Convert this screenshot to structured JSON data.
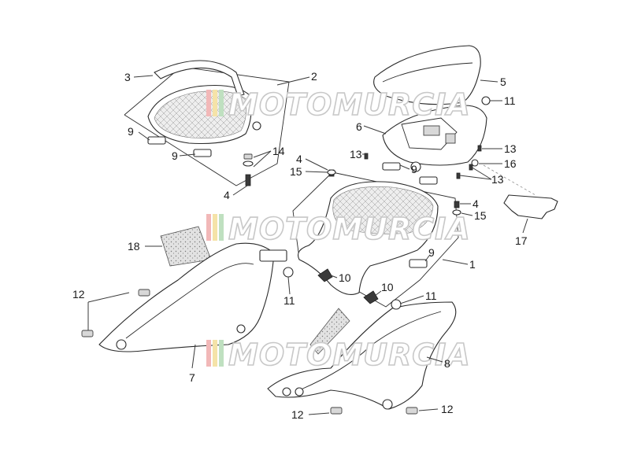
{
  "watermark": {
    "text": "MOTOMURCIA"
  },
  "callouts": [
    {
      "id": "c3",
      "text": "3"
    },
    {
      "id": "c2",
      "text": "2"
    },
    {
      "id": "c9a",
      "text": "9"
    },
    {
      "id": "c9b",
      "text": "9"
    },
    {
      "id": "c14",
      "text": "14"
    },
    {
      "id": "c4a",
      "text": "4"
    },
    {
      "id": "c5",
      "text": "5"
    },
    {
      "id": "c11a",
      "text": "11"
    },
    {
      "id": "c6",
      "text": "6"
    },
    {
      "id": "c13a",
      "text": "13"
    },
    {
      "id": "c13b",
      "text": "13"
    },
    {
      "id": "c16",
      "text": "16"
    },
    {
      "id": "c13c",
      "text": "13"
    },
    {
      "id": "c4b",
      "text": "4"
    },
    {
      "id": "c15a",
      "text": "15"
    },
    {
      "id": "c9c",
      "text": "9"
    },
    {
      "id": "c4c",
      "text": "4"
    },
    {
      "id": "c15b",
      "text": "15"
    },
    {
      "id": "c17",
      "text": "17"
    },
    {
      "id": "c18",
      "text": "18"
    },
    {
      "id": "c9d",
      "text": "9"
    },
    {
      "id": "c1",
      "text": "1"
    },
    {
      "id": "c10a",
      "text": "10"
    },
    {
      "id": "c10b",
      "text": "10"
    },
    {
      "id": "c11b",
      "text": "11"
    },
    {
      "id": "c11c",
      "text": "11"
    },
    {
      "id": "c12a",
      "text": "12"
    },
    {
      "id": "c7",
      "text": "7"
    },
    {
      "id": "c8",
      "text": "8"
    },
    {
      "id": "c12b",
      "text": "12"
    },
    {
      "id": "c12c",
      "text": "12"
    }
  ]
}
